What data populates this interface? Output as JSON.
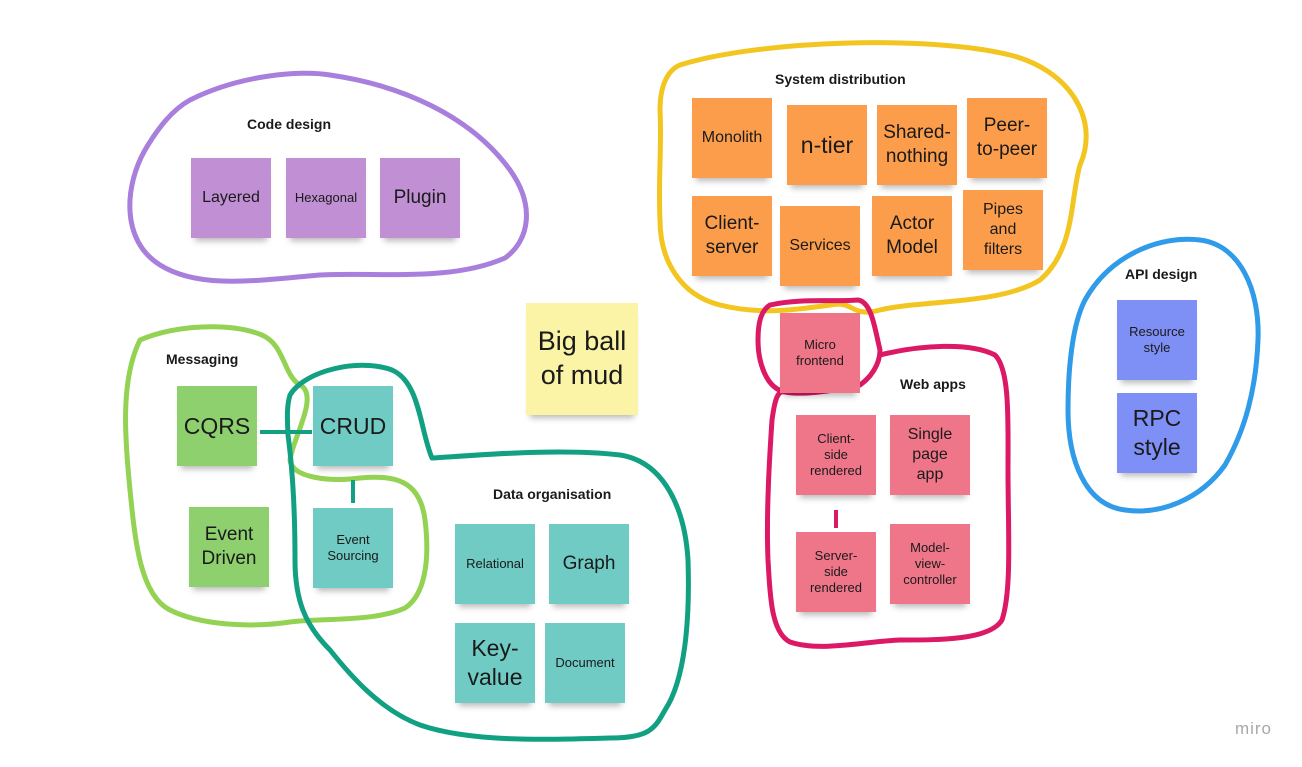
{
  "groups": {
    "code_design": {
      "title": "Code design",
      "color": "#a87fdc",
      "notes": [
        "Layered",
        "Hexagonal",
        "Plugin"
      ]
    },
    "system_distribution": {
      "title": "System distribution",
      "color": "#f3c521",
      "notes": [
        "Monolith",
        "n-tier",
        "Shared-\nnothing",
        "Peer-\nto-peer",
        "Client-\nserver",
        "Services",
        "Actor\nModel",
        "Pipes\nand\nfilters"
      ]
    },
    "api_design": {
      "title": "API design",
      "color": "#2f9be9",
      "notes": [
        "Resource\nstyle",
        "RPC\nstyle"
      ]
    },
    "messaging": {
      "title": "Messaging",
      "color": "#93d253",
      "notes": [
        "CQRS",
        "Event\nDriven"
      ]
    },
    "data_organisation": {
      "title": "Data organisation",
      "color": "#12a083",
      "notes": [
        "CRUD",
        "Event\nSourcing",
        "Relational",
        "Graph",
        "Key-\nvalue",
        "Document"
      ]
    },
    "web_apps": {
      "title": "Web apps",
      "color": "#db1965",
      "notes": [
        "Micro\nfrontend",
        "Client-\nside\nrendered",
        "Single\npage\napp",
        "Server-\nside\nrendered",
        "Model-\nview-\ncontroller"
      ]
    }
  },
  "standalone": {
    "big_ball": "Big ball\nof mud"
  },
  "colors": {
    "purple_note": "#c18fd3",
    "orange_note": "#fb9d4b",
    "green_note": "#8ed06e",
    "teal_note": "#6fcbc4",
    "pink_note": "#ef7689",
    "blue_note": "#7e8ff5",
    "yellow_note": "#fbf4a6"
  },
  "watermark": "miro"
}
